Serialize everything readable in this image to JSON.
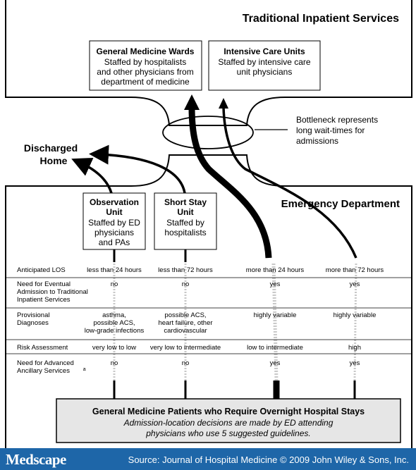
{
  "inpatient": {
    "title": "Traditional Inpatient Services",
    "wards": {
      "title": "General Medicine Wards",
      "lines": [
        "Staffed by hospitalists",
        "and other physicians from",
        "department of medicine"
      ]
    },
    "icu": {
      "title": "Intensive Care Units",
      "lines": [
        "Staffed by intensive care",
        "unit physicians"
      ]
    }
  },
  "bottleneck": {
    "lines": [
      "Bottleneck represents",
      "long wait-times for",
      "admissions"
    ]
  },
  "discharged": {
    "lines": [
      "Discharged",
      "Home"
    ]
  },
  "ed": {
    "title": "Emergency Department",
    "observation": {
      "title_lines": [
        "Observation",
        "Unit"
      ],
      "lines": [
        "Staffed by ED",
        "physicians",
        "and PAs"
      ]
    },
    "shortstay": {
      "title_lines": [
        "Short Stay",
        "Unit"
      ],
      "lines": [
        "Staffed by",
        "hospitalists"
      ]
    }
  },
  "table": {
    "rows": [
      {
        "label_lines": [
          "Anticipated LOS"
        ],
        "cells": [
          [
            "less than 24 hours"
          ],
          [
            "less than 72 hours"
          ],
          [
            "more than 24 hours"
          ],
          [
            "more than 72 hours"
          ]
        ]
      },
      {
        "label_lines": [
          "Need for Eventual",
          "Admission to Traditional",
          "Inpatient Services"
        ],
        "cells": [
          [
            "no"
          ],
          [
            "no"
          ],
          [
            "yes"
          ],
          [
            "yes"
          ]
        ]
      },
      {
        "label_lines": [
          "Provisional",
          "Diagnoses"
        ],
        "cells": [
          [
            "asthma,",
            "possible ACS,",
            "low-grade infections"
          ],
          [
            "possible ACS,",
            "heart failure, other",
            "cardiovascular"
          ],
          [
            "highly variable"
          ],
          [
            "highly variable"
          ]
        ]
      },
      {
        "label_lines": [
          "Risk Assessment"
        ],
        "cells": [
          [
            "very low to low"
          ],
          [
            "very low to intermediate"
          ],
          [
            "low to intermediate"
          ],
          [
            "high"
          ]
        ]
      },
      {
        "label_lines": [
          "Need for Advanced",
          "Ancillary Services"
        ],
        "label_sup": "a",
        "cells": [
          [
            "no"
          ],
          [
            "no"
          ],
          [
            "yes"
          ],
          [
            "yes"
          ]
        ]
      }
    ]
  },
  "bottom": {
    "title": "General Medicine Patients who Require Overnight Hospital Stays",
    "lines": [
      "Admission-location decisions are made by ED attending",
      "physicians who use 5 suggested guidelines."
    ]
  },
  "footer": {
    "logo": "Medscape",
    "source": "Source: Journal of Hospital Medicine © 2009 John Wiley & Sons, Inc."
  },
  "colors": {
    "footer_bg": "#1e66a8",
    "bottom_box_bg": "#e6e6e6"
  }
}
